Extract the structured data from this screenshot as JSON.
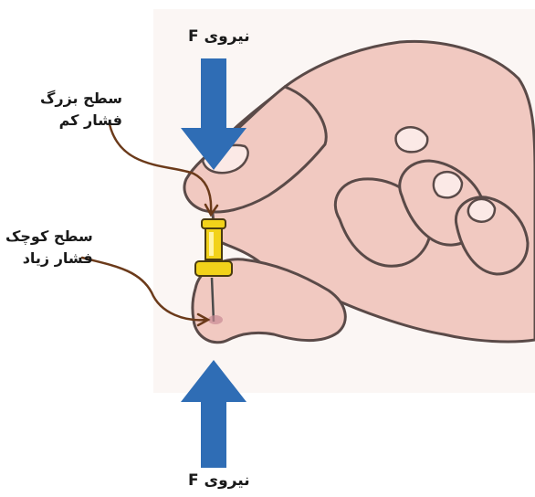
{
  "labels": {
    "force_top": "نیروی F",
    "force_bottom": "نیروی F",
    "large_surface": {
      "line1": "سطح بزرگ",
      "line2": "فشار کم"
    },
    "small_surface": {
      "line1": "سطح کوچک",
      "line2": "فشار زیاد"
    }
  },
  "colors": {
    "arrow": "#2f6db5",
    "pointer": "#6b3a1a",
    "skin": "#f1c9c1",
    "skin_outline": "#5a4a48",
    "pin_head": "#f2d21a"
  }
}
